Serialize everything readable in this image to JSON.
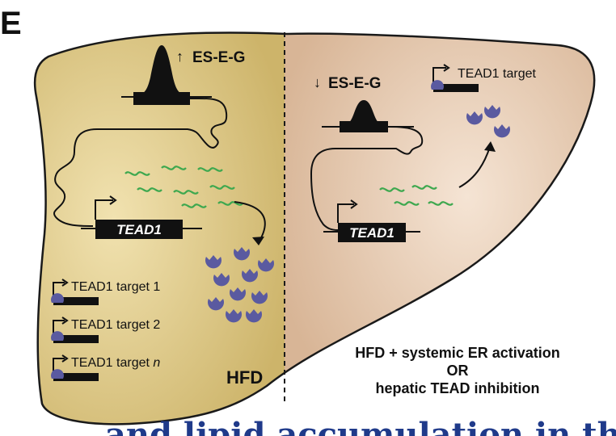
{
  "panel_letter": "E",
  "left": {
    "arrow_up": "↑",
    "gene_label": "ES-E-G",
    "gene_box": "TEAD1",
    "targets": [
      {
        "prefix": "TEAD1 target ",
        "suffix": "1",
        "italic": false
      },
      {
        "prefix": "TEAD1 target ",
        "suffix": "2",
        "italic": false
      },
      {
        "prefix": "TEAD1 target ",
        "suffix": "n",
        "italic": true
      }
    ],
    "condition": "HFD"
  },
  "right": {
    "arrow_down": "↓",
    "gene_label": "ES-E-G",
    "target_label": "TEAD1 target",
    "gene_box": "TEAD1",
    "condition_line1": "HFD + systemic ER activation",
    "condition_line2": "OR",
    "condition_line3": "hepatic TEAD inhibition"
  },
  "colors": {
    "left_lobe": "#e3cf8e",
    "right_lobe": "#ead2bc",
    "outline": "#1a1a1a",
    "mrna": "#3ea84f",
    "protein": "#5a5aa0",
    "caption_cut": "#1f3a8a"
  },
  "footer_cut_text": "and lipid accumulation in the liver"
}
